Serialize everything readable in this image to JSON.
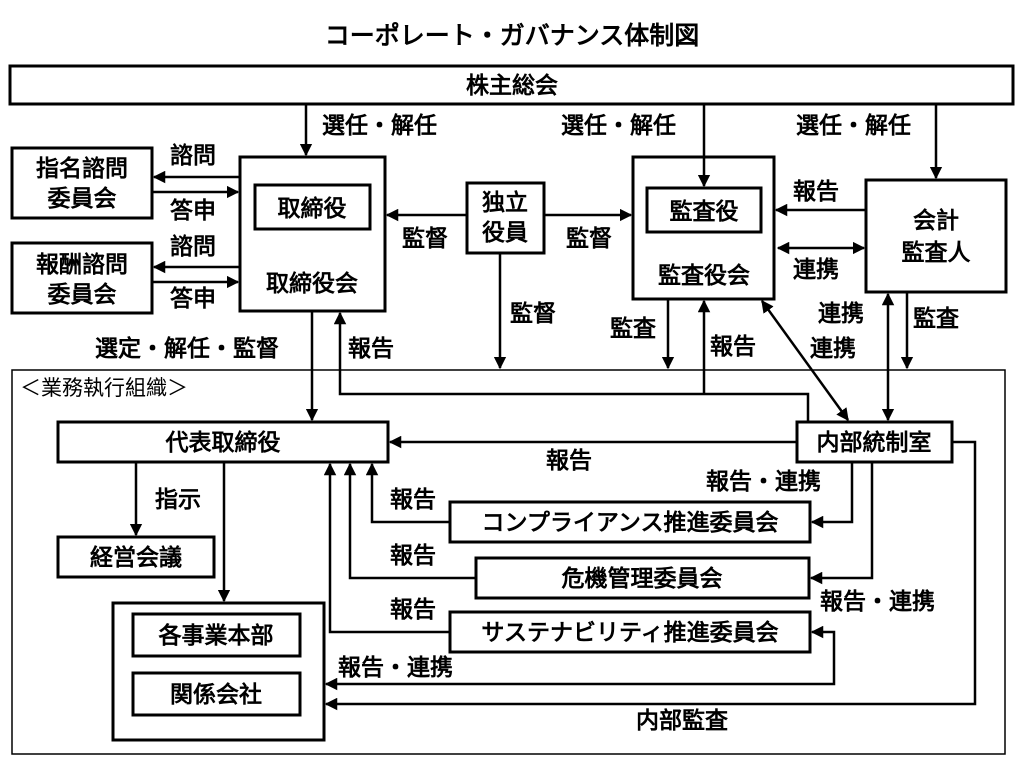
{
  "title": "コーポレート・ガバナンス体制図",
  "nodes": {
    "shareholders": "株主総会",
    "nomination_committee": [
      "指名諮問",
      "委員会"
    ],
    "remuneration_committee": [
      "報酬諮問",
      "委員会"
    ],
    "directors": "取締役",
    "board_of_directors": "取締役会",
    "independent_officers": [
      "独立",
      "役員"
    ],
    "auditors": "監査役",
    "board_of_auditors": "監査役会",
    "accounting_auditor": [
      "会計",
      "監査人"
    ],
    "business_org": "＜業務執行組織＞",
    "ceo": "代表取締役",
    "internal_control": "内部統制室",
    "management_meeting": "経営会議",
    "business_divisions": "各事業本部",
    "affiliates": "関係会社",
    "compliance_committee": "コンプライアンス推進委員会",
    "risk_committee": "危機管理委員会",
    "sustainability_committee": "サステナビリティ推進委員会"
  },
  "labels": {
    "appoint_dismiss_1": "選任・解任",
    "appoint_dismiss_2": "選任・解任",
    "appoint_dismiss_3": "選任・解任",
    "consult_1": "諮問",
    "answer_1": "答申",
    "consult_2": "諮問",
    "answer_2": "答申",
    "supervise_1": "監督",
    "supervise_2": "監督",
    "supervise_3": "監督",
    "report_acct": "報告",
    "coop_acct": "連携",
    "select_dismiss_supervise": "選定・解任・監督",
    "report_board": "報告",
    "audit_1": "監査",
    "report_auditors": "報告",
    "coop_a": "連携",
    "coop_b": "連携",
    "audit_2": "監査",
    "report_ic": "報告",
    "report_coop_1": "報告・連携",
    "instruct": "指示",
    "report_compliance": "報告",
    "report_risk": "報告",
    "report_coop_2": "報告・連携",
    "report_sustain": "報告",
    "report_coop_3": "報告・連携",
    "internal_audit": "内部監査"
  }
}
